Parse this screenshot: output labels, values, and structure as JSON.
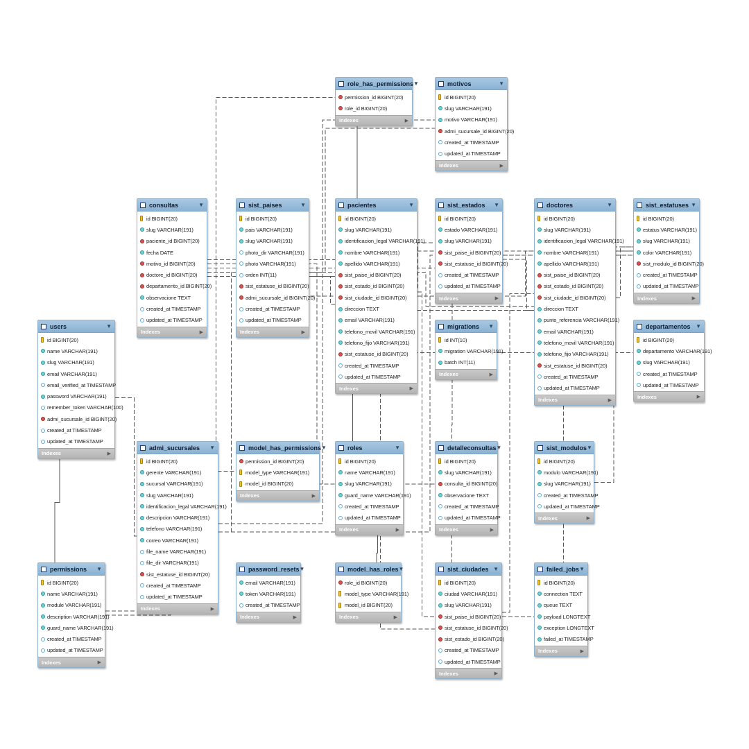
{
  "tables": [
    {
      "id": "role_has_permissions",
      "name": "role_has_permissions",
      "footer": "Indexes",
      "columns": [
        {
          "text": "permission_id BIGINT(20)",
          "kind": "fk"
        },
        {
          "text": "role_id BIGINT(20)",
          "kind": "fk"
        }
      ]
    },
    {
      "id": "motivos",
      "name": "motivos",
      "footer": "Indexes",
      "columns": [
        {
          "text": "id BIGINT(20)",
          "kind": "pk"
        },
        {
          "text": "slug VARCHAR(191)",
          "kind": "idx"
        },
        {
          "text": "motivo VARCHAR(191)",
          "kind": "idx"
        },
        {
          "text": "admi_sucursale_id BIGINT(20)",
          "kind": "fk"
        },
        {
          "text": "created_at TIMESTAMP",
          "kind": "plain"
        },
        {
          "text": "updated_at TIMESTAMP",
          "kind": "plain"
        }
      ]
    },
    {
      "id": "consultas",
      "name": "consultas",
      "footer": "Indexes",
      "columns": [
        {
          "text": "id BIGINT(20)",
          "kind": "pk"
        },
        {
          "text": "slug VARCHAR(191)",
          "kind": "idx"
        },
        {
          "text": "paciente_id BIGINT(20)",
          "kind": "fk"
        },
        {
          "text": "fecha DATE",
          "kind": "idx"
        },
        {
          "text": "motivo_id BIGINT(20)",
          "kind": "fk"
        },
        {
          "text": "doctore_id BIGINT(20)",
          "kind": "fk"
        },
        {
          "text": "departamento_id BIGINT(20)",
          "kind": "fk"
        },
        {
          "text": "observacione TEXT",
          "kind": "idx"
        },
        {
          "text": "created_at TIMESTAMP",
          "kind": "plain"
        },
        {
          "text": "updated_at TIMESTAMP",
          "kind": "plain"
        }
      ]
    },
    {
      "id": "sist_paises",
      "name": "sist_paises",
      "footer": "Indexes",
      "columns": [
        {
          "text": "id BIGINT(20)",
          "kind": "pk"
        },
        {
          "text": "pais VARCHAR(191)",
          "kind": "idx"
        },
        {
          "text": "slug VARCHAR(191)",
          "kind": "idx"
        },
        {
          "text": "photo_dir VARCHAR(191)",
          "kind": "plain"
        },
        {
          "text": "photo VARCHAR(191)",
          "kind": "plain"
        },
        {
          "text": "orden INT(11)",
          "kind": "plain"
        },
        {
          "text": "sist_estatuse_id BIGINT(20)",
          "kind": "fk"
        },
        {
          "text": "admi_sucursale_id BIGINT(20)",
          "kind": "fk"
        },
        {
          "text": "created_at TIMESTAMP",
          "kind": "plain"
        },
        {
          "text": "updated_at TIMESTAMP",
          "kind": "plain"
        }
      ]
    },
    {
      "id": "pacientes",
      "name": "pacientes",
      "footer": "Indexes",
      "columns": [
        {
          "text": "id BIGINT(20)",
          "kind": "pk"
        },
        {
          "text": "slug VARCHAR(191)",
          "kind": "idx"
        },
        {
          "text": "identificacion_legal VARCHAR(191)",
          "kind": "idx"
        },
        {
          "text": "nombre VARCHAR(191)",
          "kind": "idx"
        },
        {
          "text": "apellido VARCHAR(191)",
          "kind": "idx"
        },
        {
          "text": "sist_paise_id BIGINT(20)",
          "kind": "fk"
        },
        {
          "text": "sist_estado_id BIGINT(20)",
          "kind": "fk"
        },
        {
          "text": "sist_ciudade_id BIGINT(20)",
          "kind": "fk"
        },
        {
          "text": "direccion TEXT",
          "kind": "idx"
        },
        {
          "text": "email VARCHAR(191)",
          "kind": "idx"
        },
        {
          "text": "telefono_movil VARCHAR(191)",
          "kind": "idx"
        },
        {
          "text": "telefono_fijo VARCHAR(191)",
          "kind": "idx"
        },
        {
          "text": "sist_estatuse_id BIGINT(20)",
          "kind": "fk"
        },
        {
          "text": "created_at TIMESTAMP",
          "kind": "plain"
        },
        {
          "text": "updated_at TIMESTAMP",
          "kind": "plain"
        }
      ]
    },
    {
      "id": "sist_estados",
      "name": "sist_estados",
      "footer": "Indexes",
      "columns": [
        {
          "text": "id BIGINT(20)",
          "kind": "pk"
        },
        {
          "text": "estado VARCHAR(191)",
          "kind": "idx"
        },
        {
          "text": "slug VARCHAR(191)",
          "kind": "idx"
        },
        {
          "text": "sist_paise_id BIGINT(20)",
          "kind": "fk"
        },
        {
          "text": "sist_estatuse_id BIGINT(20)",
          "kind": "fk"
        },
        {
          "text": "created_at TIMESTAMP",
          "kind": "plain"
        },
        {
          "text": "updated_at TIMESTAMP",
          "kind": "plain"
        }
      ]
    },
    {
      "id": "doctores",
      "name": "doctores",
      "footer": "Indexes",
      "columns": [
        {
          "text": "id BIGINT(20)",
          "kind": "pk"
        },
        {
          "text": "slug VARCHAR(191)",
          "kind": "idx"
        },
        {
          "text": "identificacion_legal VARCHAR(191)",
          "kind": "idx"
        },
        {
          "text": "nombre VARCHAR(191)",
          "kind": "idx"
        },
        {
          "text": "apellido VARCHAR(191)",
          "kind": "idx"
        },
        {
          "text": "sist_paise_id BIGINT(20)",
          "kind": "fk"
        },
        {
          "text": "sist_estado_id BIGINT(20)",
          "kind": "fk"
        },
        {
          "text": "sist_ciudade_id BIGINT(20)",
          "kind": "fk"
        },
        {
          "text": "direccion TEXT",
          "kind": "idx"
        },
        {
          "text": "punto_referencia VARCHAR(191)",
          "kind": "idx"
        },
        {
          "text": "email VARCHAR(191)",
          "kind": "idx"
        },
        {
          "text": "telefono_movil VARCHAR(191)",
          "kind": "idx"
        },
        {
          "text": "telefono_fijo VARCHAR(191)",
          "kind": "idx"
        },
        {
          "text": "sist_estatuse_id BIGINT(20)",
          "kind": "fk"
        },
        {
          "text": "created_at TIMESTAMP",
          "kind": "plain"
        },
        {
          "text": "updated_at TIMESTAMP",
          "kind": "plain"
        }
      ]
    },
    {
      "id": "sist_estatuses",
      "name": "sist_estatuses",
      "footer": "Indexes",
      "columns": [
        {
          "text": "id BIGINT(20)",
          "kind": "pk"
        },
        {
          "text": "estatus VARCHAR(191)",
          "kind": "idx"
        },
        {
          "text": "slug VARCHAR(191)",
          "kind": "idx"
        },
        {
          "text": "color VARCHAR(191)",
          "kind": "idx"
        },
        {
          "text": "sist_modulo_id BIGINT(20)",
          "kind": "fk"
        },
        {
          "text": "created_at TIMESTAMP",
          "kind": "plain"
        },
        {
          "text": "updated_at TIMESTAMP",
          "kind": "plain"
        }
      ]
    },
    {
      "id": "users",
      "name": "users",
      "footer": "Indexes",
      "columns": [
        {
          "text": "id BIGINT(20)",
          "kind": "pk"
        },
        {
          "text": "name VARCHAR(191)",
          "kind": "idx"
        },
        {
          "text": "slug VARCHAR(191)",
          "kind": "idx"
        },
        {
          "text": "email VARCHAR(191)",
          "kind": "idx"
        },
        {
          "text": "email_verified_at TIMESTAMP",
          "kind": "plain"
        },
        {
          "text": "password VARCHAR(191)",
          "kind": "idx"
        },
        {
          "text": "remember_token VARCHAR(100)",
          "kind": "plain"
        },
        {
          "text": "admi_sucursale_id BIGINT(20)",
          "kind": "fk"
        },
        {
          "text": "created_at TIMESTAMP",
          "kind": "plain"
        },
        {
          "text": "updated_at TIMESTAMP",
          "kind": "plain"
        }
      ]
    },
    {
      "id": "migrations",
      "name": "migrations",
      "footer": "Indexes",
      "columns": [
        {
          "text": "id INT(10)",
          "kind": "pk"
        },
        {
          "text": "migration VARCHAR(191)",
          "kind": "idx"
        },
        {
          "text": "batch INT(11)",
          "kind": "idx"
        }
      ]
    },
    {
      "id": "departamentos",
      "name": "departamentos",
      "footer": "Indexes",
      "columns": [
        {
          "text": "id BIGINT(20)",
          "kind": "pk"
        },
        {
          "text": "departamento VARCHAR(191)",
          "kind": "idx"
        },
        {
          "text": "slug VARCHAR(191)",
          "kind": "idx"
        },
        {
          "text": "created_at TIMESTAMP",
          "kind": "plain"
        },
        {
          "text": "updated_at TIMESTAMP",
          "kind": "plain"
        }
      ]
    },
    {
      "id": "admi_sucursales",
      "name": "admi_sucursales",
      "footer": "Indexes",
      "columns": [
        {
          "text": "id BIGINT(20)",
          "kind": "pk"
        },
        {
          "text": "gerente VARCHAR(191)",
          "kind": "idx"
        },
        {
          "text": "sucursal VARCHAR(191)",
          "kind": "idx"
        },
        {
          "text": "slug VARCHAR(191)",
          "kind": "idx"
        },
        {
          "text": "identificacion_legal VARCHAR(191)",
          "kind": "idx"
        },
        {
          "text": "descripcion VARCHAR(191)",
          "kind": "idx"
        },
        {
          "text": "telefono VARCHAR(191)",
          "kind": "idx"
        },
        {
          "text": "correo VARCHAR(191)",
          "kind": "idx"
        },
        {
          "text": "file_name VARCHAR(191)",
          "kind": "plain"
        },
        {
          "text": "file_dir VARCHAR(191)",
          "kind": "plain"
        },
        {
          "text": "sist_estatuse_id BIGINT(20)",
          "kind": "fk"
        },
        {
          "text": "created_at TIMESTAMP",
          "kind": "plain"
        },
        {
          "text": "updated_at TIMESTAMP",
          "kind": "plain"
        }
      ]
    },
    {
      "id": "model_has_permissions",
      "name": "model_has_permissions",
      "footer": "Indexes",
      "columns": [
        {
          "text": "permission_id BIGINT(20)",
          "kind": "fk"
        },
        {
          "text": "model_type VARCHAR(191)",
          "kind": "pk"
        },
        {
          "text": "model_id BIGINT(20)",
          "kind": "pk"
        }
      ]
    },
    {
      "id": "roles",
      "name": "roles",
      "footer": "Indexes",
      "columns": [
        {
          "text": "id BIGINT(20)",
          "kind": "pk"
        },
        {
          "text": "name VARCHAR(191)",
          "kind": "idx"
        },
        {
          "text": "slug VARCHAR(191)",
          "kind": "idx"
        },
        {
          "text": "guard_name VARCHAR(191)",
          "kind": "idx"
        },
        {
          "text": "created_at TIMESTAMP",
          "kind": "plain"
        },
        {
          "text": "updated_at TIMESTAMP",
          "kind": "plain"
        }
      ]
    },
    {
      "id": "detalleconsultas",
      "name": "detalleconsultas",
      "footer": "Indexes",
      "columns": [
        {
          "text": "id BIGINT(20)",
          "kind": "pk"
        },
        {
          "text": "slug VARCHAR(191)",
          "kind": "idx"
        },
        {
          "text": "consulta_id BIGINT(20)",
          "kind": "fk"
        },
        {
          "text": "observacione TEXT",
          "kind": "idx"
        },
        {
          "text": "created_at TIMESTAMP",
          "kind": "plain"
        },
        {
          "text": "updated_at TIMESTAMP",
          "kind": "plain"
        }
      ]
    },
    {
      "id": "sist_modulos",
      "name": "sist_modulos",
      "footer": "Indexes",
      "columns": [
        {
          "text": "id BIGINT(20)",
          "kind": "pk"
        },
        {
          "text": "modulo VARCHAR(191)",
          "kind": "idx"
        },
        {
          "text": "slug VARCHAR(191)",
          "kind": "idx"
        },
        {
          "text": "created_at TIMESTAMP",
          "kind": "plain"
        },
        {
          "text": "updated_at TIMESTAMP",
          "kind": "plain"
        }
      ]
    },
    {
      "id": "permissions",
      "name": "permissions",
      "footer": "Indexes",
      "columns": [
        {
          "text": "id BIGINT(20)",
          "kind": "pk"
        },
        {
          "text": "name VARCHAR(191)",
          "kind": "idx"
        },
        {
          "text": "module VARCHAR(191)",
          "kind": "idx"
        },
        {
          "text": "description VARCHAR(191)",
          "kind": "idx"
        },
        {
          "text": "guard_name VARCHAR(191)",
          "kind": "idx"
        },
        {
          "text": "created_at TIMESTAMP",
          "kind": "plain"
        },
        {
          "text": "updated_at TIMESTAMP",
          "kind": "plain"
        }
      ]
    },
    {
      "id": "password_resets",
      "name": "password_resets",
      "footer": "Indexes",
      "columns": [
        {
          "text": "email VARCHAR(191)",
          "kind": "idx"
        },
        {
          "text": "token VARCHAR(191)",
          "kind": "idx"
        },
        {
          "text": "created_at TIMESTAMP",
          "kind": "plain"
        }
      ]
    },
    {
      "id": "model_has_roles",
      "name": "model_has_roles",
      "footer": "Indexes",
      "columns": [
        {
          "text": "role_id BIGINT(20)",
          "kind": "fk"
        },
        {
          "text": "model_type VARCHAR(191)",
          "kind": "pk"
        },
        {
          "text": "model_id BIGINT(20)",
          "kind": "pk"
        }
      ]
    },
    {
      "id": "sist_ciudades",
      "name": "sist_ciudades",
      "footer": "Indexes",
      "columns": [
        {
          "text": "id BIGINT(20)",
          "kind": "pk"
        },
        {
          "text": "ciudad VARCHAR(191)",
          "kind": "idx"
        },
        {
          "text": "slug VARCHAR(191)",
          "kind": "idx"
        },
        {
          "text": "sist_paise_id BIGINT(20)",
          "kind": "fk"
        },
        {
          "text": "sist_estatuse_id BIGINT(20)",
          "kind": "fk"
        },
        {
          "text": "sist_estado_id BIGINT(20)",
          "kind": "fk"
        },
        {
          "text": "created_at TIMESTAMP",
          "kind": "plain"
        },
        {
          "text": "updated_at TIMESTAMP",
          "kind": "plain"
        }
      ]
    },
    {
      "id": "failed_jobs",
      "name": "failed_jobs",
      "footer": "Indexes",
      "columns": [
        {
          "text": "id BIGINT(20)",
          "kind": "pk"
        },
        {
          "text": "connection TEXT",
          "kind": "idx"
        },
        {
          "text": "queue TEXT",
          "kind": "idx"
        },
        {
          "text": "payload LONGTEXT",
          "kind": "idx"
        },
        {
          "text": "exception LONGTEXT",
          "kind": "idx"
        },
        {
          "text": "failed_at TIMESTAMP",
          "kind": "idx"
        }
      ]
    }
  ],
  "relationships": [
    {
      "from": "role_has_permissions",
      "to": "roles",
      "style": "solid"
    },
    {
      "from": "role_has_permissions",
      "to": "permissions",
      "style": "dashed"
    },
    {
      "from": "model_has_permissions",
      "to": "permissions",
      "style": "dashed"
    },
    {
      "from": "model_has_roles",
      "to": "roles",
      "style": "solid"
    },
    {
      "from": "users",
      "to": "admi_sucursales",
      "style": "dashed"
    },
    {
      "from": "users",
      "to": "permissions",
      "style": "solid"
    },
    {
      "from": "motivos",
      "to": "admi_sucursales",
      "style": "dashed"
    },
    {
      "from": "consultas",
      "to": "pacientes",
      "style": "dashed"
    },
    {
      "from": "consultas",
      "to": "motivos",
      "style": "dashed"
    },
    {
      "from": "consultas",
      "to": "doctores",
      "style": "dashed"
    },
    {
      "from": "consultas",
      "to": "departamentos",
      "style": "dashed"
    },
    {
      "from": "detalleconsultas",
      "to": "consultas",
      "style": "dashed"
    },
    {
      "from": "sist_paises",
      "to": "sist_estatuses",
      "style": "dashed"
    },
    {
      "from": "sist_paises",
      "to": "admi_sucursales",
      "style": "dashed"
    },
    {
      "from": "pacientes",
      "to": "sist_paises",
      "style": "dashed"
    },
    {
      "from": "pacientes",
      "to": "sist_estados",
      "style": "dashed"
    },
    {
      "from": "pacientes",
      "to": "sist_ciudades",
      "style": "dashed"
    },
    {
      "from": "pacientes",
      "to": "sist_estatuses",
      "style": "dashed"
    },
    {
      "from": "doctores",
      "to": "sist_paises",
      "style": "dashed"
    },
    {
      "from": "doctores",
      "to": "sist_estados",
      "style": "dashed"
    },
    {
      "from": "doctores",
      "to": "sist_ciudades",
      "style": "dashed"
    },
    {
      "from": "doctores",
      "to": "sist_estatuses",
      "style": "dashed"
    },
    {
      "from": "sist_estados",
      "to": "sist_paises",
      "style": "dashed"
    },
    {
      "from": "sist_estados",
      "to": "sist_estatuses",
      "style": "dashed"
    },
    {
      "from": "sist_ciudades",
      "to": "sist_paises",
      "style": "dashed"
    },
    {
      "from": "sist_ciudades",
      "to": "sist_estados",
      "style": "dashed"
    },
    {
      "from": "sist_ciudades",
      "to": "sist_estatuses",
      "style": "dashed"
    },
    {
      "from": "sist_estatuses",
      "to": "sist_modulos",
      "style": "dashed"
    },
    {
      "from": "admi_sucursales",
      "to": "sist_estatuses",
      "style": "dashed"
    }
  ]
}
